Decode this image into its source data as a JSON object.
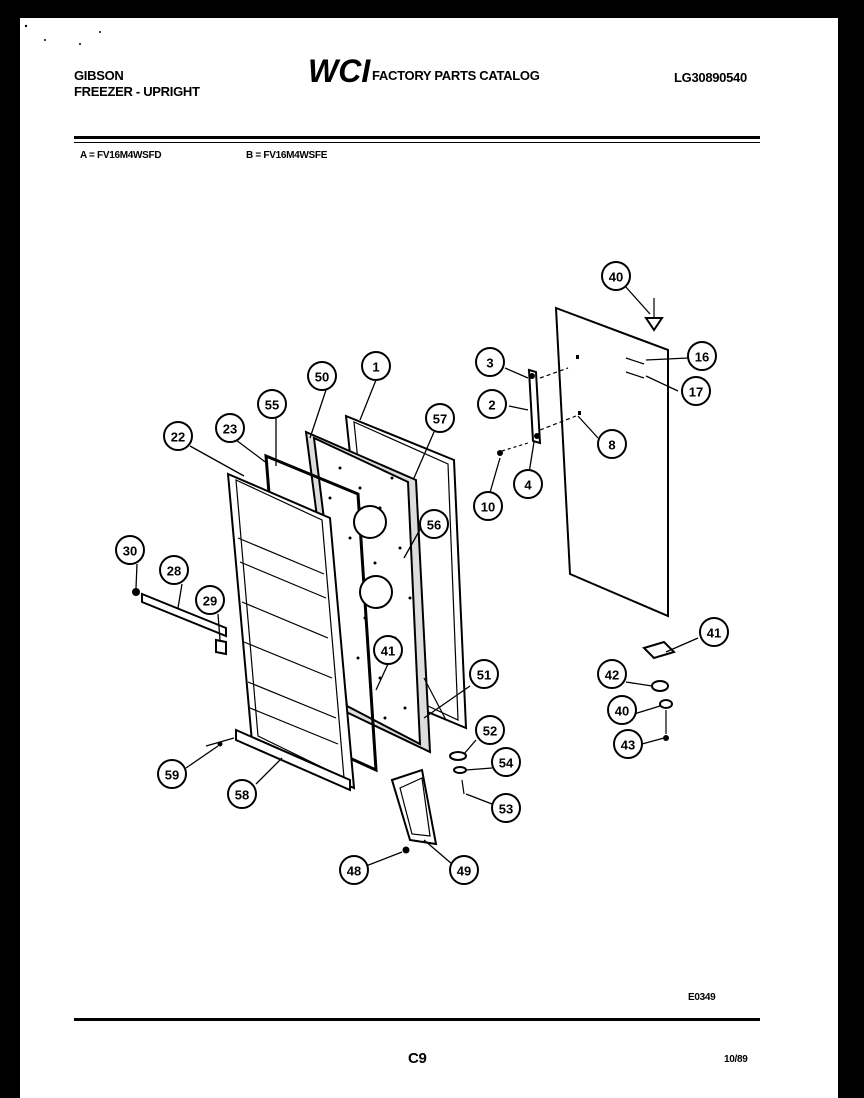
{
  "header": {
    "brand": "GIBSON",
    "product": "FREEZER - UPRIGHT",
    "logo_text": "WCI",
    "catalog_title": "FACTORY PARTS CATALOG",
    "catalog_number": "LG30890540"
  },
  "models": {
    "a": "A = FV16M4WSFD",
    "b": "B = FV16M4WSFE"
  },
  "diagram": {
    "code": "E0349",
    "callouts": [
      {
        "id": "c40a",
        "label": "40"
      },
      {
        "id": "c16",
        "label": "16"
      },
      {
        "id": "c17",
        "label": "17"
      },
      {
        "id": "c3",
        "label": "3"
      },
      {
        "id": "c2",
        "label": "2"
      },
      {
        "id": "c8",
        "label": "8"
      },
      {
        "id": "c4",
        "label": "4"
      },
      {
        "id": "c10",
        "label": "10"
      },
      {
        "id": "c50",
        "label": "50"
      },
      {
        "id": "c1",
        "label": "1"
      },
      {
        "id": "c55",
        "label": "55"
      },
      {
        "id": "c57",
        "label": "57"
      },
      {
        "id": "c22",
        "label": "22"
      },
      {
        "id": "c23",
        "label": "23"
      },
      {
        "id": "c56",
        "label": "56"
      },
      {
        "id": "c30",
        "label": "30"
      },
      {
        "id": "c28",
        "label": "28"
      },
      {
        "id": "c29",
        "label": "29"
      },
      {
        "id": "c41a",
        "label": "41"
      },
      {
        "id": "c51",
        "label": "51"
      },
      {
        "id": "c41b",
        "label": "41"
      },
      {
        "id": "c42",
        "label": "42"
      },
      {
        "id": "c40b",
        "label": "40"
      },
      {
        "id": "c43",
        "label": "43"
      },
      {
        "id": "c52",
        "label": "52"
      },
      {
        "id": "c54",
        "label": "54"
      },
      {
        "id": "c53",
        "label": "53"
      },
      {
        "id": "c59",
        "label": "59"
      },
      {
        "id": "c58",
        "label": "58"
      },
      {
        "id": "c48",
        "label": "48"
      },
      {
        "id": "c49",
        "label": "49"
      }
    ]
  },
  "footer": {
    "page": "C9",
    "date": "10/89"
  }
}
